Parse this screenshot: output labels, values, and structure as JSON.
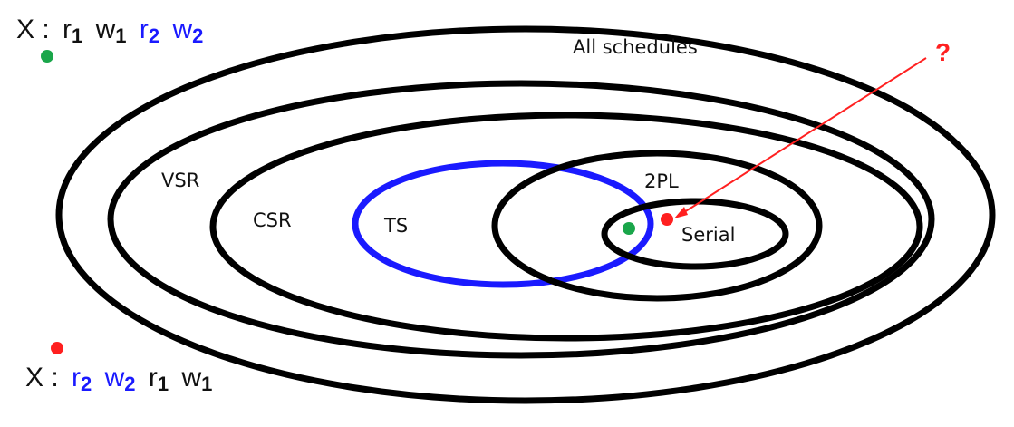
{
  "colors": {
    "line": "#000000",
    "ts": "#1a1aff",
    "highlight": "#ff2020",
    "dot_green": "#1aa64a",
    "dot_red": "#ff2020"
  },
  "regions": {
    "all": "All schedules",
    "vsr": "VSR",
    "csr": "CSR",
    "ts": "TS",
    "twopl": "2PL",
    "serial": "Serial"
  },
  "question_mark": "?",
  "schedules": {
    "top": {
      "prefix": "X :",
      "ops": [
        {
          "op": "r",
          "index": "1",
          "color": "black"
        },
        {
          "op": "w",
          "index": "1",
          "color": "black"
        },
        {
          "op": "r",
          "index": "2",
          "color": "blue"
        },
        {
          "op": "w",
          "index": "2",
          "color": "blue"
        }
      ]
    },
    "bottom": {
      "prefix": "X :",
      "ops": [
        {
          "op": "r",
          "index": "2",
          "color": "blue"
        },
        {
          "op": "w",
          "index": "2",
          "color": "blue"
        },
        {
          "op": "r",
          "index": "1",
          "color": "black"
        },
        {
          "op": "w",
          "index": "1",
          "color": "black"
        }
      ]
    }
  }
}
